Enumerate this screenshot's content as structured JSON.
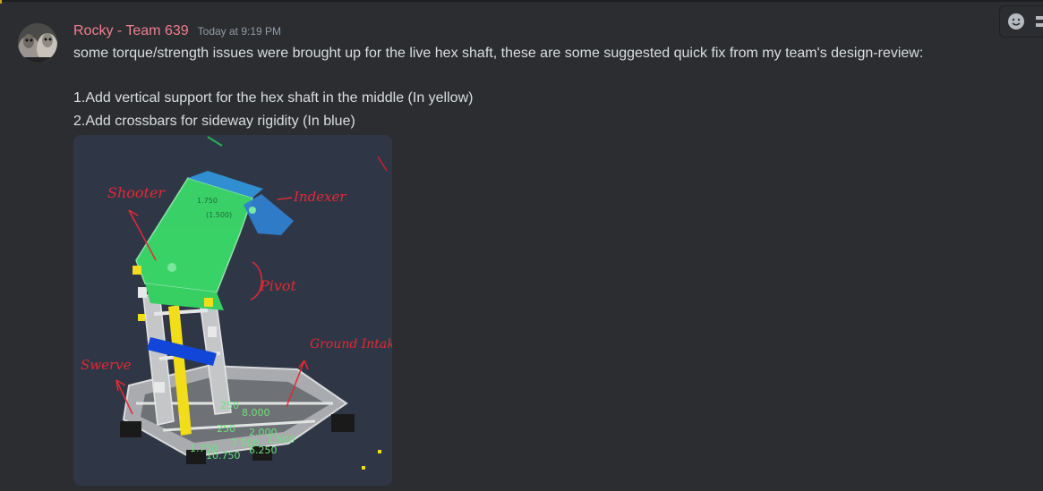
{
  "message": {
    "author": "Rocky - Team 639",
    "timestamp": "Today at 9:19 PM",
    "lines": [
      "some torque/strength issues were brought up for the live hex shaft, these are some suggested quick fix from my team's design-review:",
      "1.Add vertical support for the hex shaft in the middle (In yellow)",
      "2.Add crossbars for sideway rigidity (In blue)"
    ]
  },
  "colors": {
    "username": "#f17f8f",
    "background": "#2b2d31",
    "text": "#dbdee1",
    "timestamp": "#949ba4"
  },
  "toolbar": {
    "icons": [
      "add-reaction-icon",
      "overflow-icon"
    ]
  },
  "attachment": {
    "annotations": {
      "shooter": "Shooter",
      "indexer": "Indexer",
      "pivot": "Pivot",
      "swerve": "Swerve",
      "ground_intake": "Ground Intake"
    },
    "cad_dimensions": [
      "250",
      "8.000",
      "250",
      "7.500",
      "6.250",
      "10.750",
      "1.750",
      "1.500",
      "2.000"
    ]
  }
}
